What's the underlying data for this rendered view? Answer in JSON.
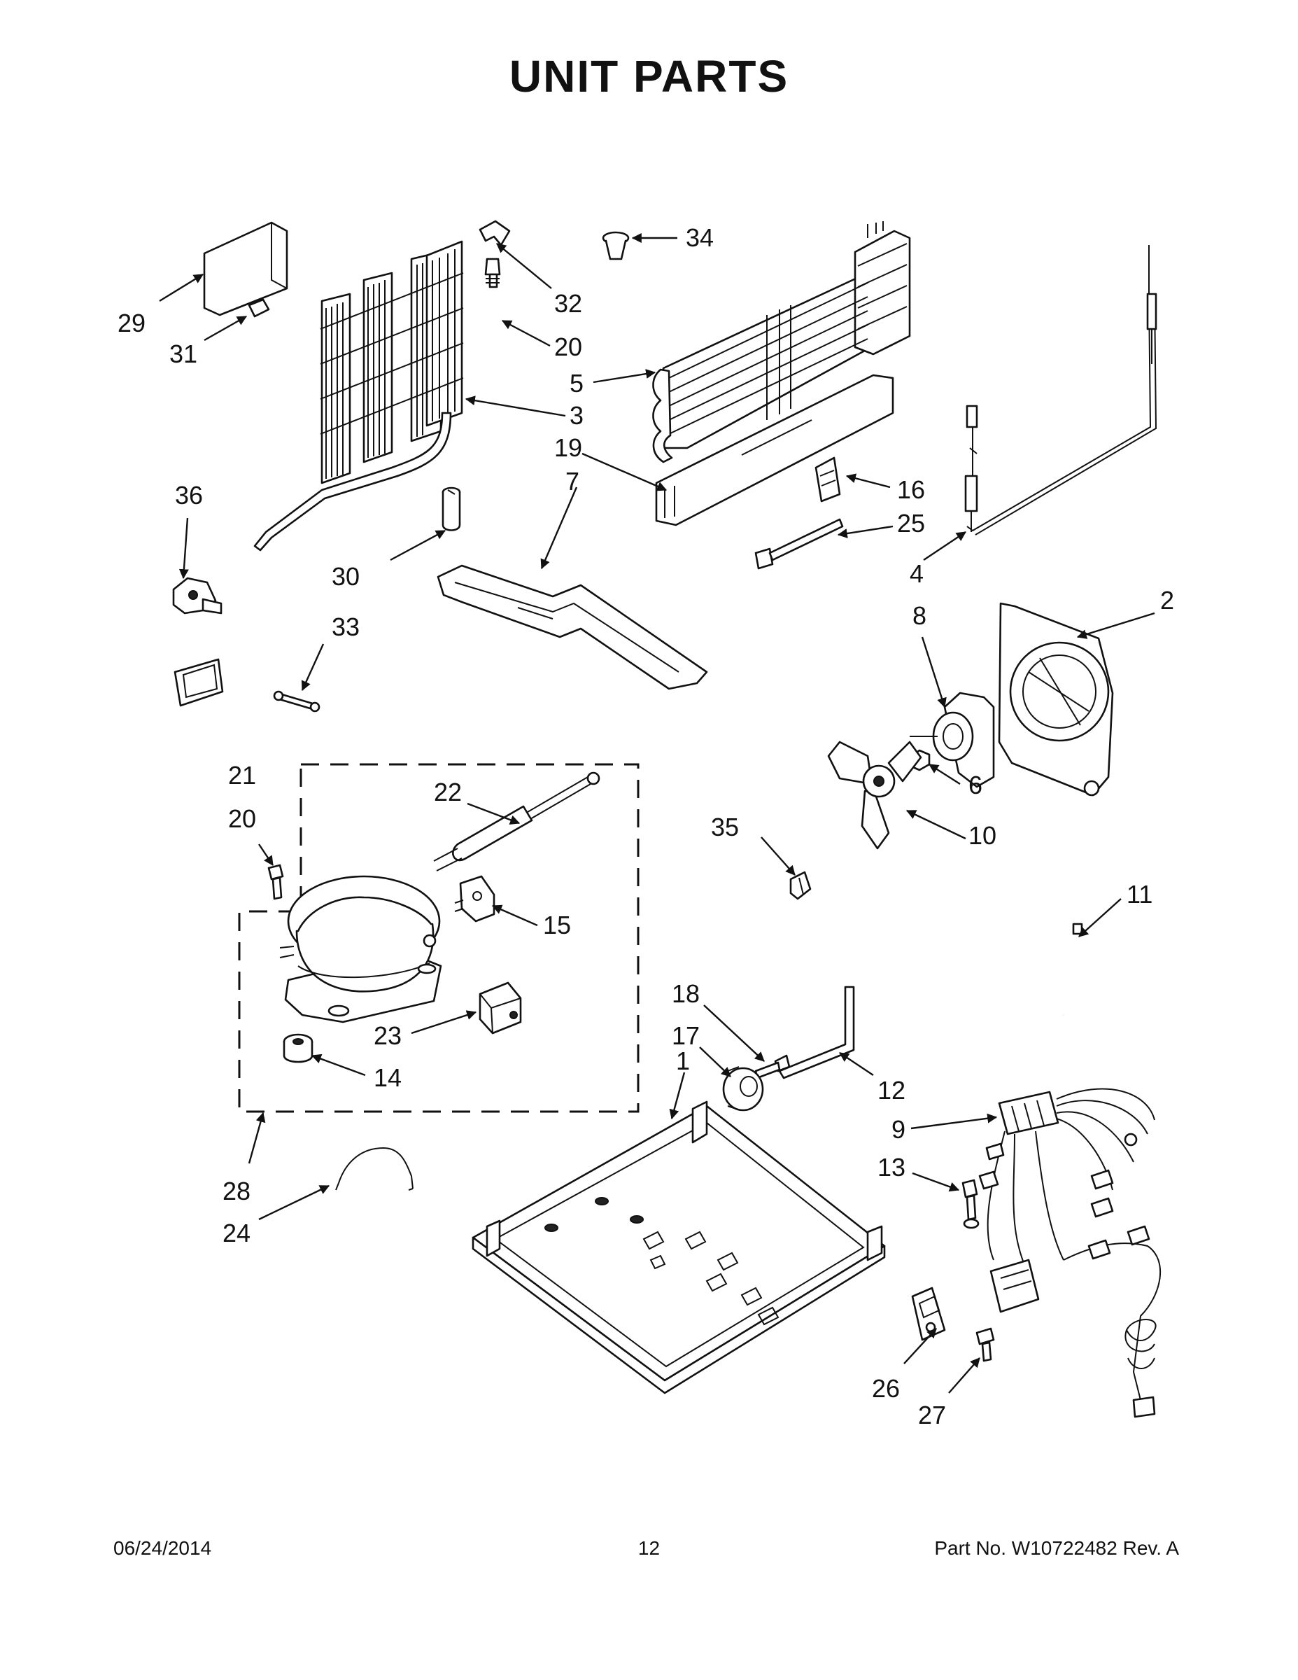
{
  "title": "UNIT  PARTS",
  "footer": {
    "date": "06/24/2014",
    "page": "12",
    "part_no": "Part No.  W10722482  Rev.  A"
  },
  "callouts": {
    "c1": "1",
    "c2": "2",
    "c3": "3",
    "c4": "4",
    "c5": "5",
    "c6": "6",
    "c7": "7",
    "c8": "8",
    "c9": "9",
    "c10": "10",
    "c11": "11",
    "c12": "12",
    "c13": "13",
    "c14": "14",
    "c15": "15",
    "c16": "16",
    "c17": "17",
    "c18": "18",
    "c19": "19",
    "c20a": "20",
    "c20b": "20",
    "c21": "21",
    "c22": "22",
    "c23": "23",
    "c24": "24",
    "c25": "25",
    "c26": "26",
    "c27": "27",
    "c28": "28",
    "c29": "29",
    "c30": "30",
    "c31": "31",
    "c32": "32",
    "c33": "33",
    "c34": "34",
    "c35": "35",
    "c36": "36"
  }
}
